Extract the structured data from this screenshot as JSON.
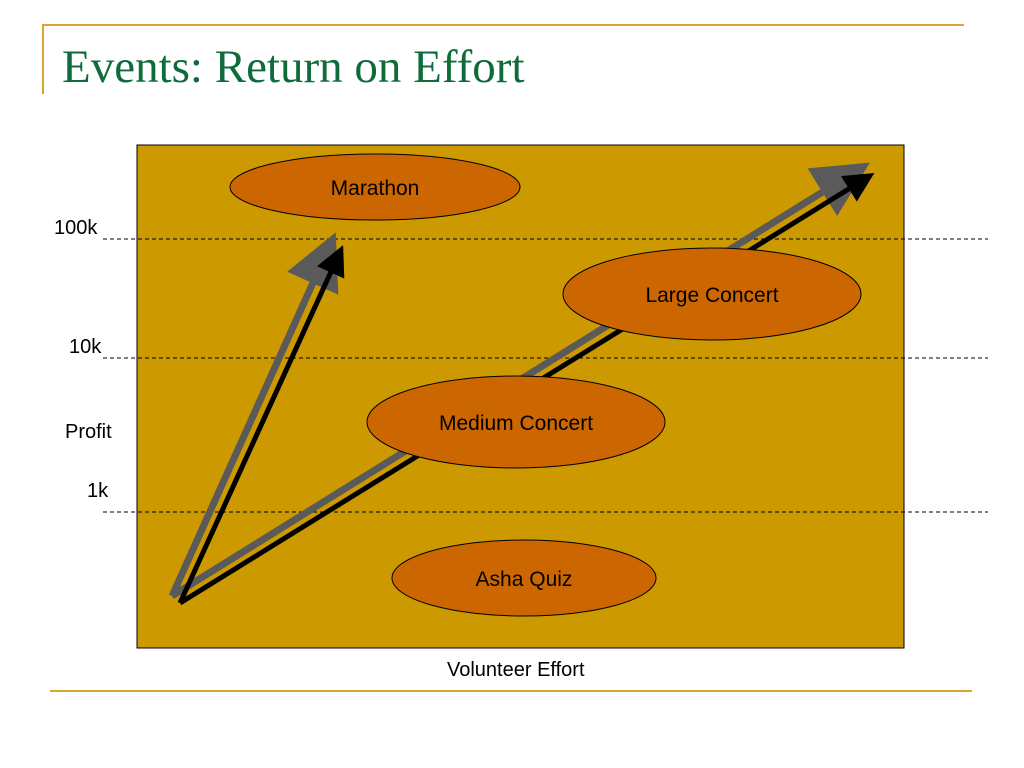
{
  "slide": {
    "title": "Events: Return on Effort"
  },
  "axes": {
    "y_label": "Profit",
    "x_label": "Volunteer Effort",
    "y_ticks": [
      "100k",
      "10k",
      "1k"
    ]
  },
  "events": [
    {
      "name": "Marathon"
    },
    {
      "name": "Large Concert"
    },
    {
      "name": "Medium Concert"
    },
    {
      "name": "Asha Quiz"
    }
  ],
  "colors": {
    "title": "#0f6b3a",
    "accent_rule": "#d9a52a",
    "plot_background": "#cc9900",
    "ellipse_fill": "#cc6600",
    "arrow_shaft": "#000000",
    "arrow_shadow": "#5a5a5a"
  }
}
